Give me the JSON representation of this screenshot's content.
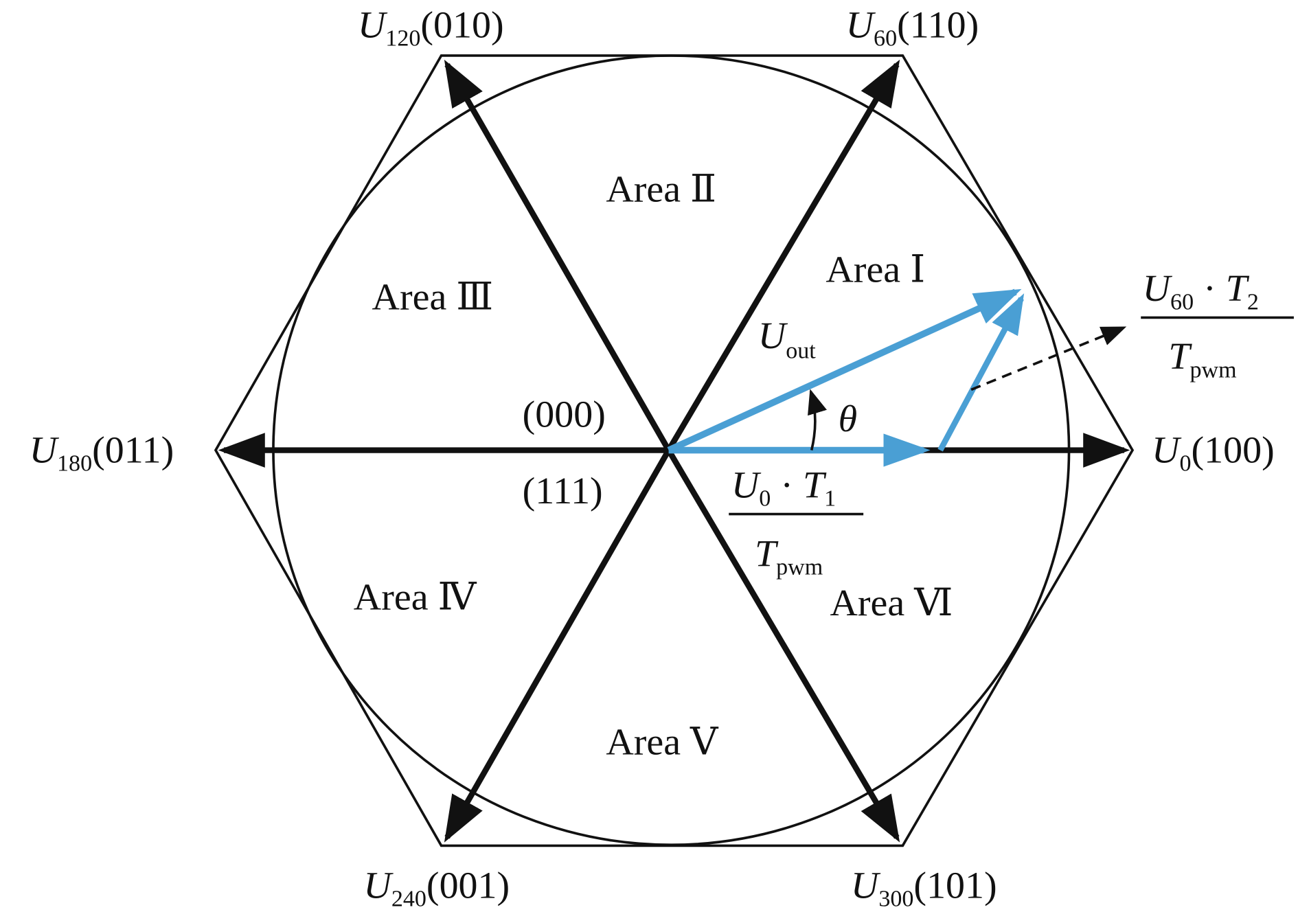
{
  "colors": {
    "line": "#111111",
    "accent": "#4a9fd4"
  },
  "vectors": [
    {
      "name": "U",
      "sub": "0",
      "code": "(100)"
    },
    {
      "name": "U",
      "sub": "60",
      "code": "(110)"
    },
    {
      "name": "U",
      "sub": "120",
      "code": "(010)"
    },
    {
      "name": "U",
      "sub": "180",
      "code": "(011)"
    },
    {
      "name": "U",
      "sub": "240",
      "code": "(001)"
    },
    {
      "name": "U",
      "sub": "300",
      "code": "(101)"
    }
  ],
  "zero_vectors": {
    "top": "(000)",
    "bottom": "(111)"
  },
  "areas": {
    "I": "Area Ⅰ",
    "II": "Area Ⅱ",
    "III": "Area Ⅲ",
    "IV": "Area Ⅳ",
    "V": "Area Ⅴ",
    "VI": "Area Ⅵ"
  },
  "uout": {
    "name": "U",
    "sub": "out"
  },
  "theta": "θ",
  "frac1": {
    "u": "U",
    "usub": "0",
    "dot": " · ",
    "t": "T",
    "tsub": "1",
    "den": "T",
    "densub": "pwm"
  },
  "frac2": {
    "u": "U",
    "usub": "60",
    "dot": " · ",
    "t": "T",
    "tsub": "2",
    "den": "T",
    "densub": "pwm"
  }
}
